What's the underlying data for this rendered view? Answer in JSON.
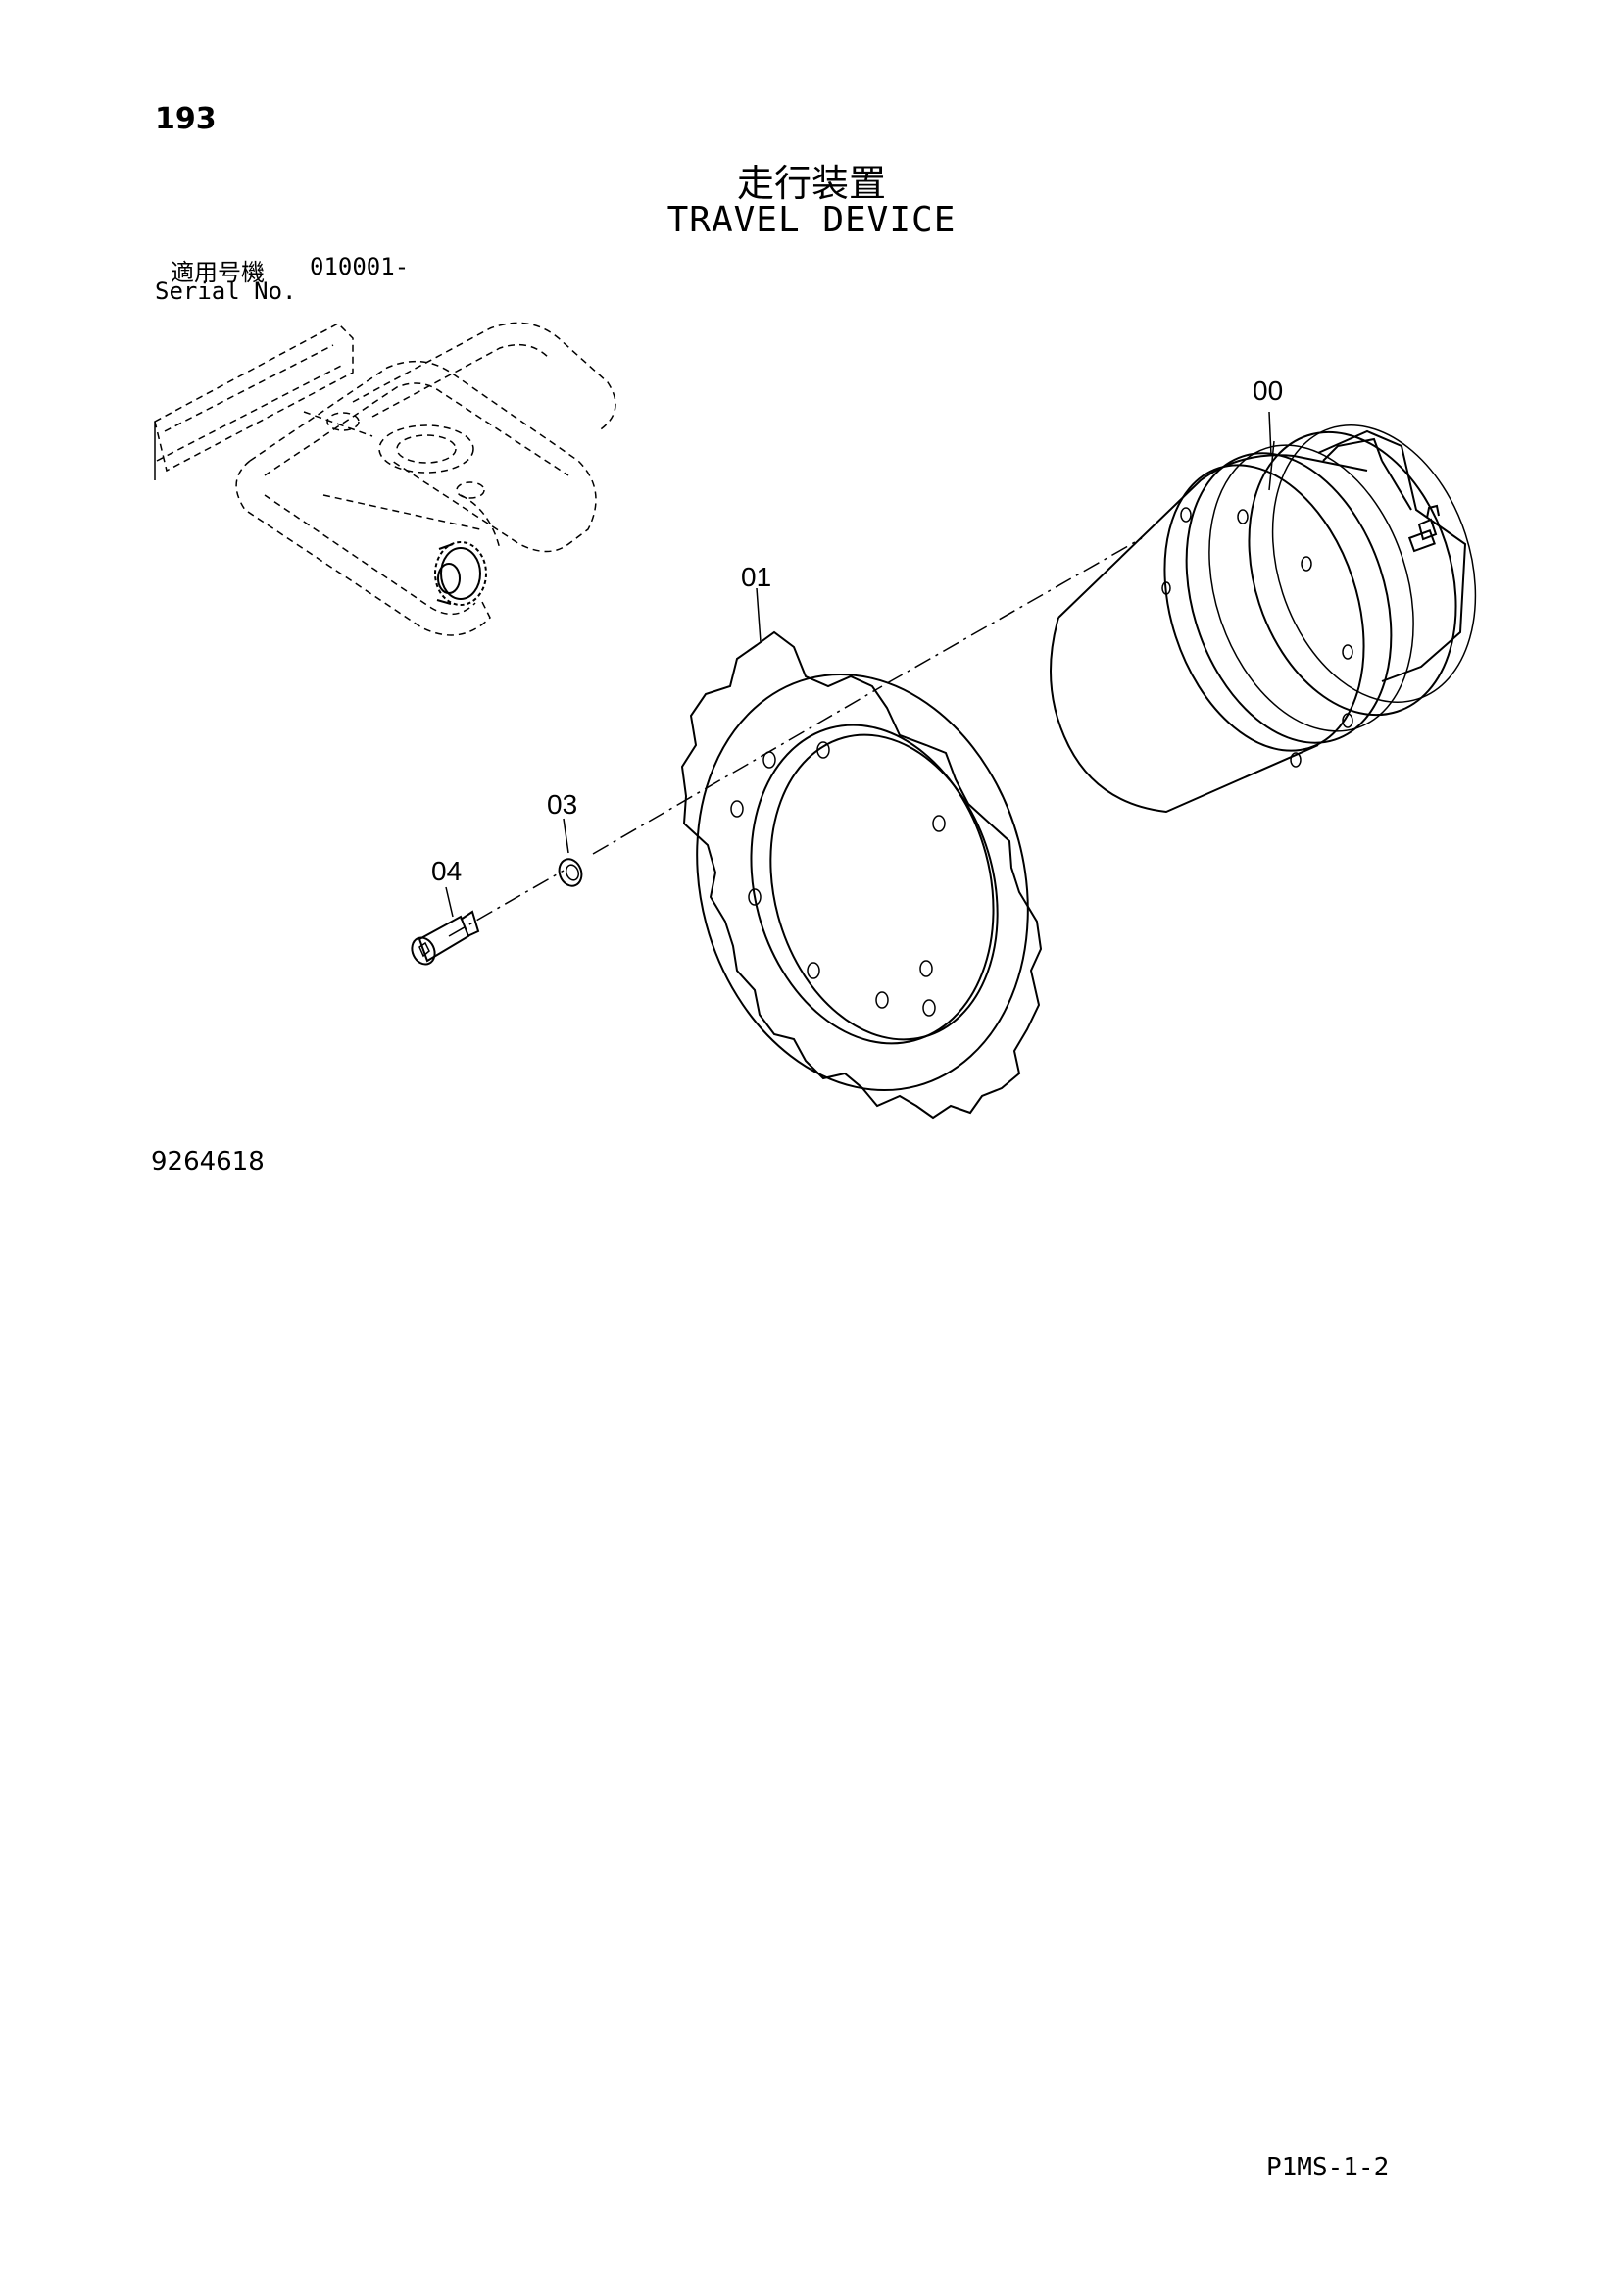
{
  "header": {
    "page_number": "193",
    "title_jp": "走行装置",
    "title_en": "TRAVEL DEVICE",
    "serial_label_jp": "適用号機",
    "serial_value": "010001-",
    "serial_label_en": "Serial No."
  },
  "callouts": [
    "00",
    "01",
    "03",
    "04"
  ],
  "footer": {
    "drawing_number": "9264618",
    "page_code": "P1MS-1-2"
  }
}
